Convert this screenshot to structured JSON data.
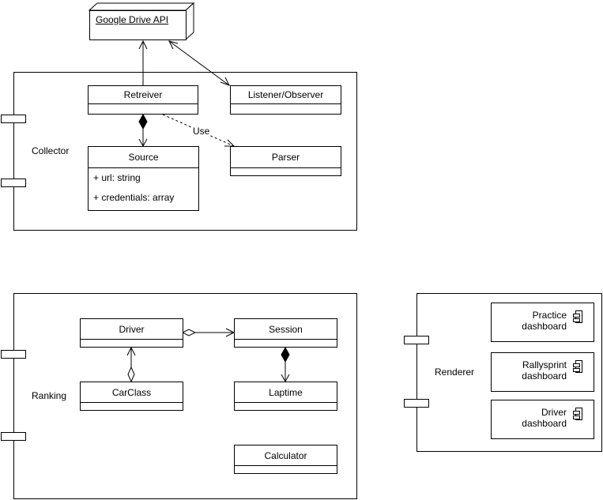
{
  "external": {
    "google_drive_api": "Google Drive API"
  },
  "collector": {
    "name": "Collector",
    "classes": {
      "retreiver": "Retreiver",
      "listener": "Listener/Observer",
      "source": "Source",
      "source_attr_url": "+ url: string",
      "source_attr_credentials": "+ credentials: array",
      "parser": "Parser"
    },
    "use_label": "Use"
  },
  "ranking": {
    "name": "Ranking",
    "classes": {
      "driver": "Driver",
      "session": "Session",
      "carclass": "CarClass",
      "laptime": "Laptime",
      "calculator": "Calculator"
    }
  },
  "renderer": {
    "name": "Renderer",
    "components": {
      "practice_line1": "Practice",
      "practice_line2": "dashboard",
      "rallysprint_line1": "Rallysprint",
      "rallysprint_line2": "dashboard",
      "driver_line1": "Driver",
      "driver_line2": "dashboard"
    }
  }
}
